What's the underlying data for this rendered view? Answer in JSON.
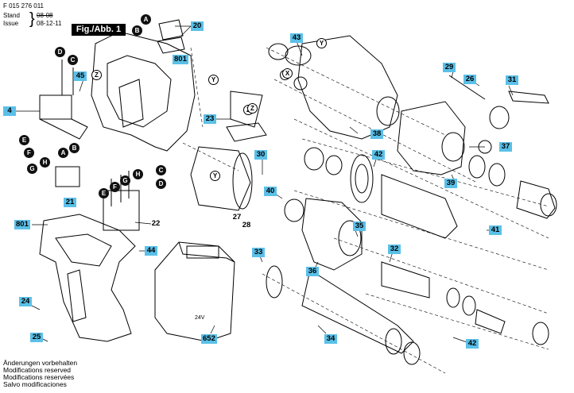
{
  "header": {
    "part_number": "F 015 276 011",
    "stand_label": "Stand",
    "stand_value": "08-08",
    "issue_label": "Issue",
    "issue_value": "08-12-11",
    "figure_label": "Fig./Abb. 1"
  },
  "footer": {
    "lines": [
      "Änderungen vorbehalten",
      "Modifications reserved",
      "Modifications reservées",
      "Salvo modificaciones"
    ]
  },
  "part_labels": [
    "20",
    "801",
    "43",
    "29",
    "26",
    "31",
    "45",
    "4",
    "23",
    "38",
    "37",
    "30",
    "42",
    "39",
    "41",
    "40",
    "27",
    "28",
    "21",
    "22",
    "801",
    "35",
    "44",
    "33",
    "32",
    "36",
    "24",
    "652",
    "34",
    "42",
    "25"
  ],
  "letter_callouts": [
    "A",
    "B",
    "D",
    "C",
    "Z",
    "Y",
    "Z",
    "X",
    "E",
    "F",
    "A",
    "B",
    "G",
    "H",
    "C",
    "D",
    "G",
    "H",
    "E",
    "F",
    "Y",
    "Z",
    "Y",
    "X"
  ],
  "battery_marking": "24V",
  "colors": {
    "label_fill": "#5bc0e8",
    "ink": "#000000",
    "badge": "#000000"
  }
}
